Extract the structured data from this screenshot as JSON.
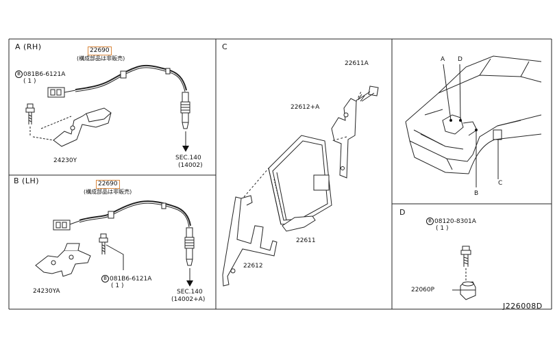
{
  "sections": {
    "a_title": "A (RH)",
    "b_title": "B (LH)",
    "c_title": "C",
    "d_title": "D"
  },
  "a": {
    "part_number": "22690",
    "part_note": "(構成部品は非販売)",
    "bolt_code": "081B6-6121A",
    "bolt_qty": "( 1 )",
    "bracket": "24230Y",
    "sec_ref": "SEC.140",
    "sec_sub": "(14002)"
  },
  "b": {
    "part_number": "22690",
    "part_note": "(構成部品は非販売)",
    "bolt_code": "081B6-6121A",
    "bolt_qty": "( 1 )",
    "bracket": "24230YA",
    "sec_ref": "SEC.140",
    "sec_sub": "(14002+A)"
  },
  "c": {
    "bolt": "22611A",
    "bracket_upper": "22612+A",
    "ecm": "22611",
    "bracket_lower": "22612"
  },
  "vehicle": {
    "callout_a": "A",
    "callout_d": "D",
    "callout_b": "B",
    "callout_c": "C"
  },
  "d": {
    "bolt_code": "08120-8301A",
    "bolt_qty": "( 1 )",
    "sensor": "22060P"
  },
  "circle_letter": "B",
  "diagram_code": "J226008D"
}
